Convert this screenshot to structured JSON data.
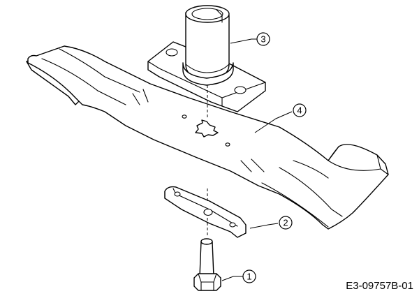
{
  "diagram": {
    "callouts": [
      {
        "id": "callout-1",
        "label": "1"
      },
      {
        "id": "callout-2",
        "label": "2"
      },
      {
        "id": "callout-3",
        "label": "3"
      },
      {
        "id": "callout-4",
        "label": "4"
      }
    ],
    "drawing_code": "E3-09757B-01"
  }
}
